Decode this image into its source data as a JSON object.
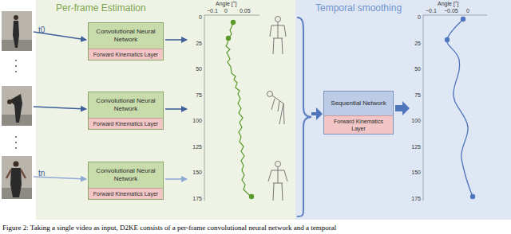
{
  "diagram": {
    "caption": "Figure 2: Taking a single video as input, D2KE consists of a per-frame convolutional neural network and a temporal",
    "nodes": [
      {
        "text": [
          "Per-frame Estimation"
        ]
      },
      {
        "text": [
          "Convolutional Neural Network",
          "Forward Kinematics Layer"
        ],
        "in": 0
      },
      {
        "text": [
          "Convolutional Neural Network",
          "Forward Kinematics Layer"
        ],
        "in": 0
      },
      {
        "text": [
          "Convolutional Neural Network",
          "Forward Kinematics Layer"
        ],
        "in": 0
      },
      {
        "text": [
          "Temporal smoothing"
        ]
      },
      {
        "text": [
          "Sequential Network",
          "Forward Kinematics Layer"
        ],
        "in": 4
      }
    ],
    "labels": [
      "t0",
      "tn",
      "Angle [°]",
      "−0.1",
      "0",
      "0.05",
      "0",
      "25",
      "50",
      "75",
      "100",
      "125",
      "150",
      "175",
      "Angle [°]",
      "−0.1",
      "−0.05",
      "0",
      "0",
      "25",
      "50",
      "75",
      "100",
      "125",
      "150",
      "175"
    ]
  }
}
